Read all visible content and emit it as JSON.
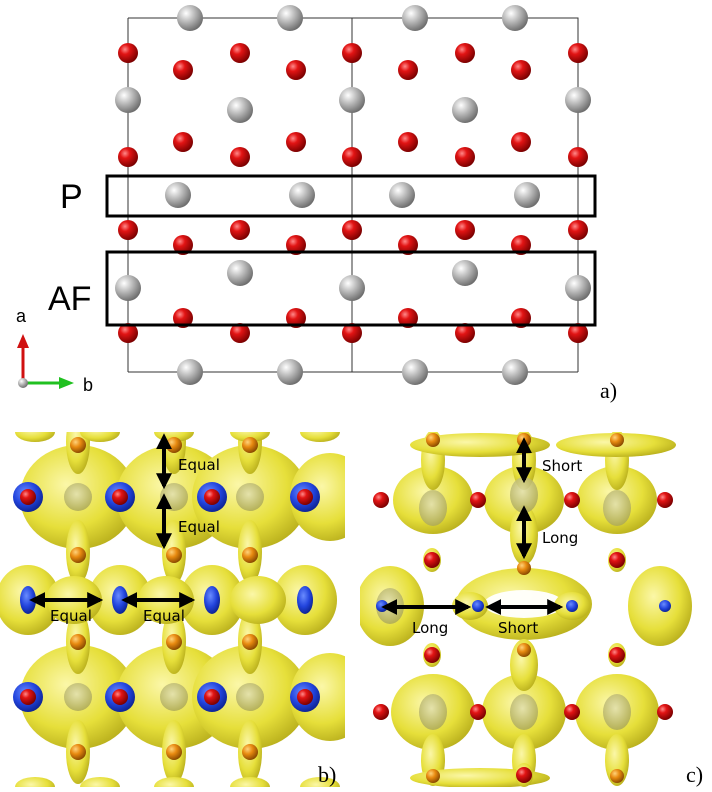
{
  "panel_a": {
    "row_labels": {
      "p": "P",
      "af": "AF"
    },
    "axes": {
      "a": "a",
      "b": "b"
    },
    "letter": "a)"
  },
  "panel_b": {
    "letter": "b)",
    "vertical_labels": [
      "Equal",
      "Equal"
    ],
    "horizontal_labels": [
      "Equal",
      "Equal"
    ]
  },
  "panel_c": {
    "letter": "c)",
    "vertical_labels": [
      "Short",
      "Long"
    ],
    "horizontal_labels": [
      "Long",
      "Short"
    ]
  },
  "colors": {
    "oxygen_red": "#d40f0f",
    "metal_gray": "#b8b8b8",
    "density_yellow": "#e8e23a",
    "blue_site": "#2a4fe0",
    "orange_site": "#e08a10",
    "axis_a": "#d01010",
    "axis_b": "#20c020"
  }
}
